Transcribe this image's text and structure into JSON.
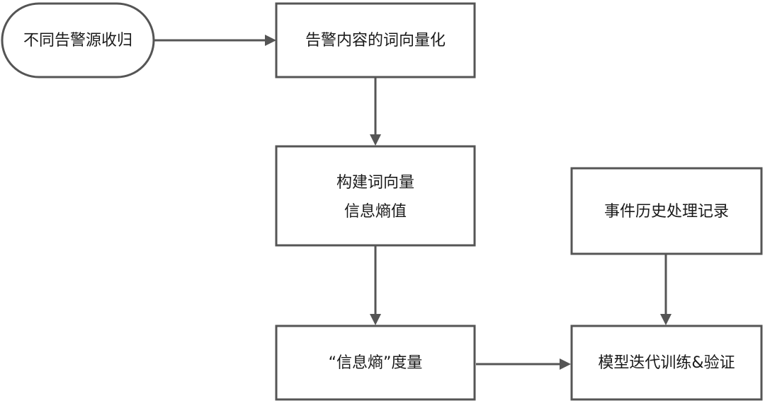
{
  "nodes": {
    "source_aggregation": {
      "label": "不同告警源收归"
    },
    "vectorization": {
      "label": "告警内容的词向量化"
    },
    "entropy_build": {
      "line1": "构建词向量",
      "line2": "信息熵值"
    },
    "entropy_measure": {
      "label": "“信息熵”度量"
    },
    "history_records": {
      "label": "事件历史处理记录"
    },
    "model_training": {
      "label": "模型迭代训练&验证"
    }
  }
}
